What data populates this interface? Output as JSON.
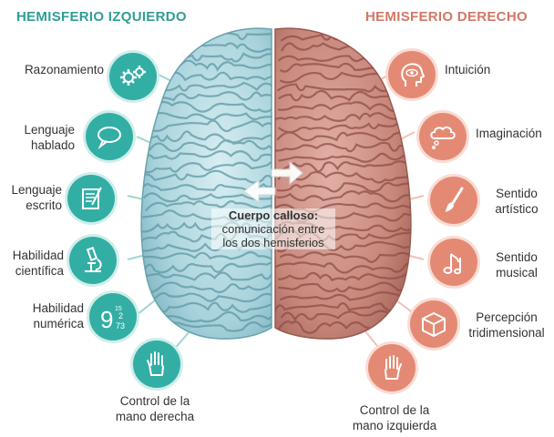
{
  "left": {
    "title": "HEMISFERIO IZQUIERDO",
    "items": [
      {
        "label": "Razonamiento",
        "icon": "gears-icon"
      },
      {
        "label": "Lenguaje\nhablado",
        "icon": "speech-bubble-icon"
      },
      {
        "label": "Lenguaje\nescrito",
        "icon": "written-document-icon"
      },
      {
        "label": "Habilidad\ncientífica",
        "icon": "microscope-icon"
      },
      {
        "label": "Habilidad\nnumérica",
        "icon": "numbers-icon"
      },
      {
        "label": "Control de la\nmano derecha",
        "icon": "right-hand-icon"
      }
    ],
    "color": "#33aea5"
  },
  "right": {
    "title": "HEMISFERIO DERECHO",
    "items": [
      {
        "label": "Intuición",
        "icon": "head-eye-icon"
      },
      {
        "label": "Imaginación",
        "icon": "thought-cloud-icon"
      },
      {
        "label": "Sentido\nartístico",
        "icon": "paintbrush-icon"
      },
      {
        "label": "Sentido\nmusical",
        "icon": "music-note-icon"
      },
      {
        "label": "Percepción\ntridimensional",
        "icon": "cube-icon"
      },
      {
        "label": "Control de la\nmano izquierda",
        "icon": "left-hand-icon"
      }
    ],
    "color": "#e48a74"
  },
  "center": {
    "title": "Cuerpo calloso:",
    "line1": "comunicación entre",
    "line2": "los dos hemisferios"
  },
  "numbers_icon": {
    "big": "9",
    "a": "15",
    "b": "2",
    "c": "73"
  }
}
